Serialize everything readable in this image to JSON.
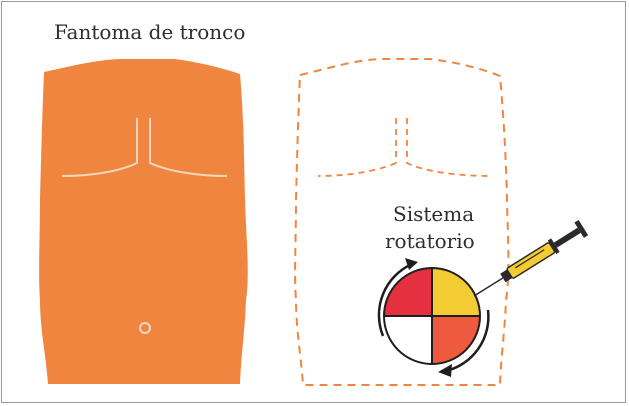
{
  "title": "Fantoma de tronco",
  "rotary_label": {
    "line1": "Sistema",
    "line2": "rotatorio"
  },
  "colors": {
    "torso_fill": "#F0853F",
    "outline": "#F0853F",
    "seam": "#F7D6BE",
    "quadrant_top_left": "#E5303F",
    "quadrant_top_right": "#F2CC32",
    "quadrant_bottom_left": "#FFFFFF",
    "quadrant_bottom_right": "#EE5A3D",
    "arrow": "#1E1E1E",
    "syringe_barrel": "#F2CC32",
    "syringe_dark": "#2A2A2A"
  },
  "icons": [
    "torso-phantom-icon",
    "navel-icon",
    "rotation-arrows-icon",
    "syringe-icon"
  ]
}
